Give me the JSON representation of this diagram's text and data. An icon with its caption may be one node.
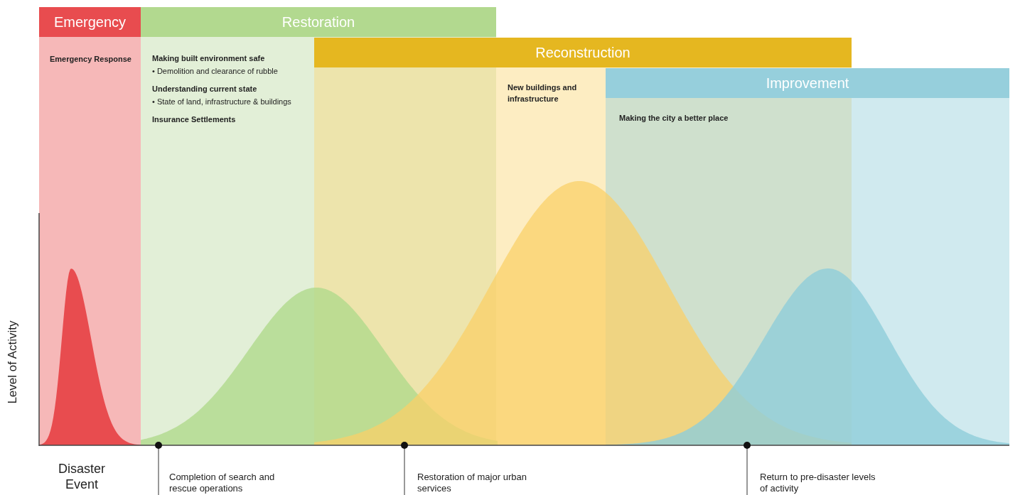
{
  "diagram": {
    "nodes": [
      {
        "text": [
          "Emergency",
          "Emergency Response"
        ]
      },
      {
        "text": [
          "Restoration",
          "Making built environment safe",
          "• Demolition and clearance of rubble",
          "Understanding current state",
          "• State of land, infrastructure & buildings",
          "Insurance Settlements"
        ]
      },
      {
        "text": [
          "Reconstruction",
          "New buildings and infrastructure"
        ]
      },
      {
        "text": [
          "Improvement",
          "Making the city a better place"
        ]
      }
    ],
    "labels": [
      "Level of Activity",
      "Disaster Event",
      "Completion of search and rescue operations",
      "Restoration of major urban services",
      "Return to pre-disaster levels of activity"
    ]
  }
}
